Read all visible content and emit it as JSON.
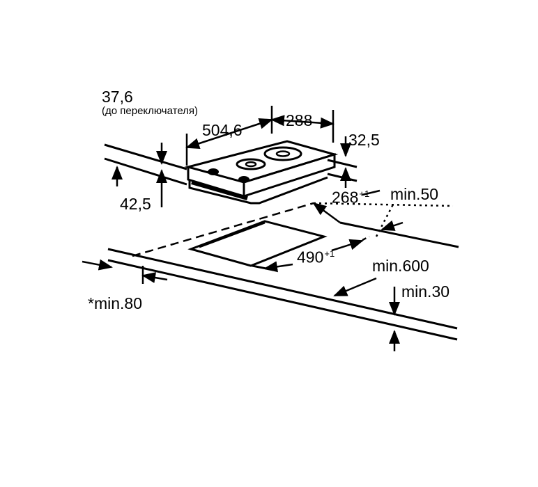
{
  "diagram": {
    "depth_to_switch_value": "37,6",
    "depth_to_switch_note": "(до переключателя)",
    "hob_width": "504,6",
    "hob_depth": "288",
    "hob_height_front": "32,5",
    "hob_height_total": "42,5",
    "cutout_depth": "268",
    "cutout_depth_tol": "+1",
    "cutout_width": "490",
    "cutout_width_tol": "+1",
    "min_rear_gap": "min.50",
    "min_worktop_depth": "min.600",
    "min_worktop_thickness": "min.30",
    "min_side_gap": "*min.80"
  }
}
